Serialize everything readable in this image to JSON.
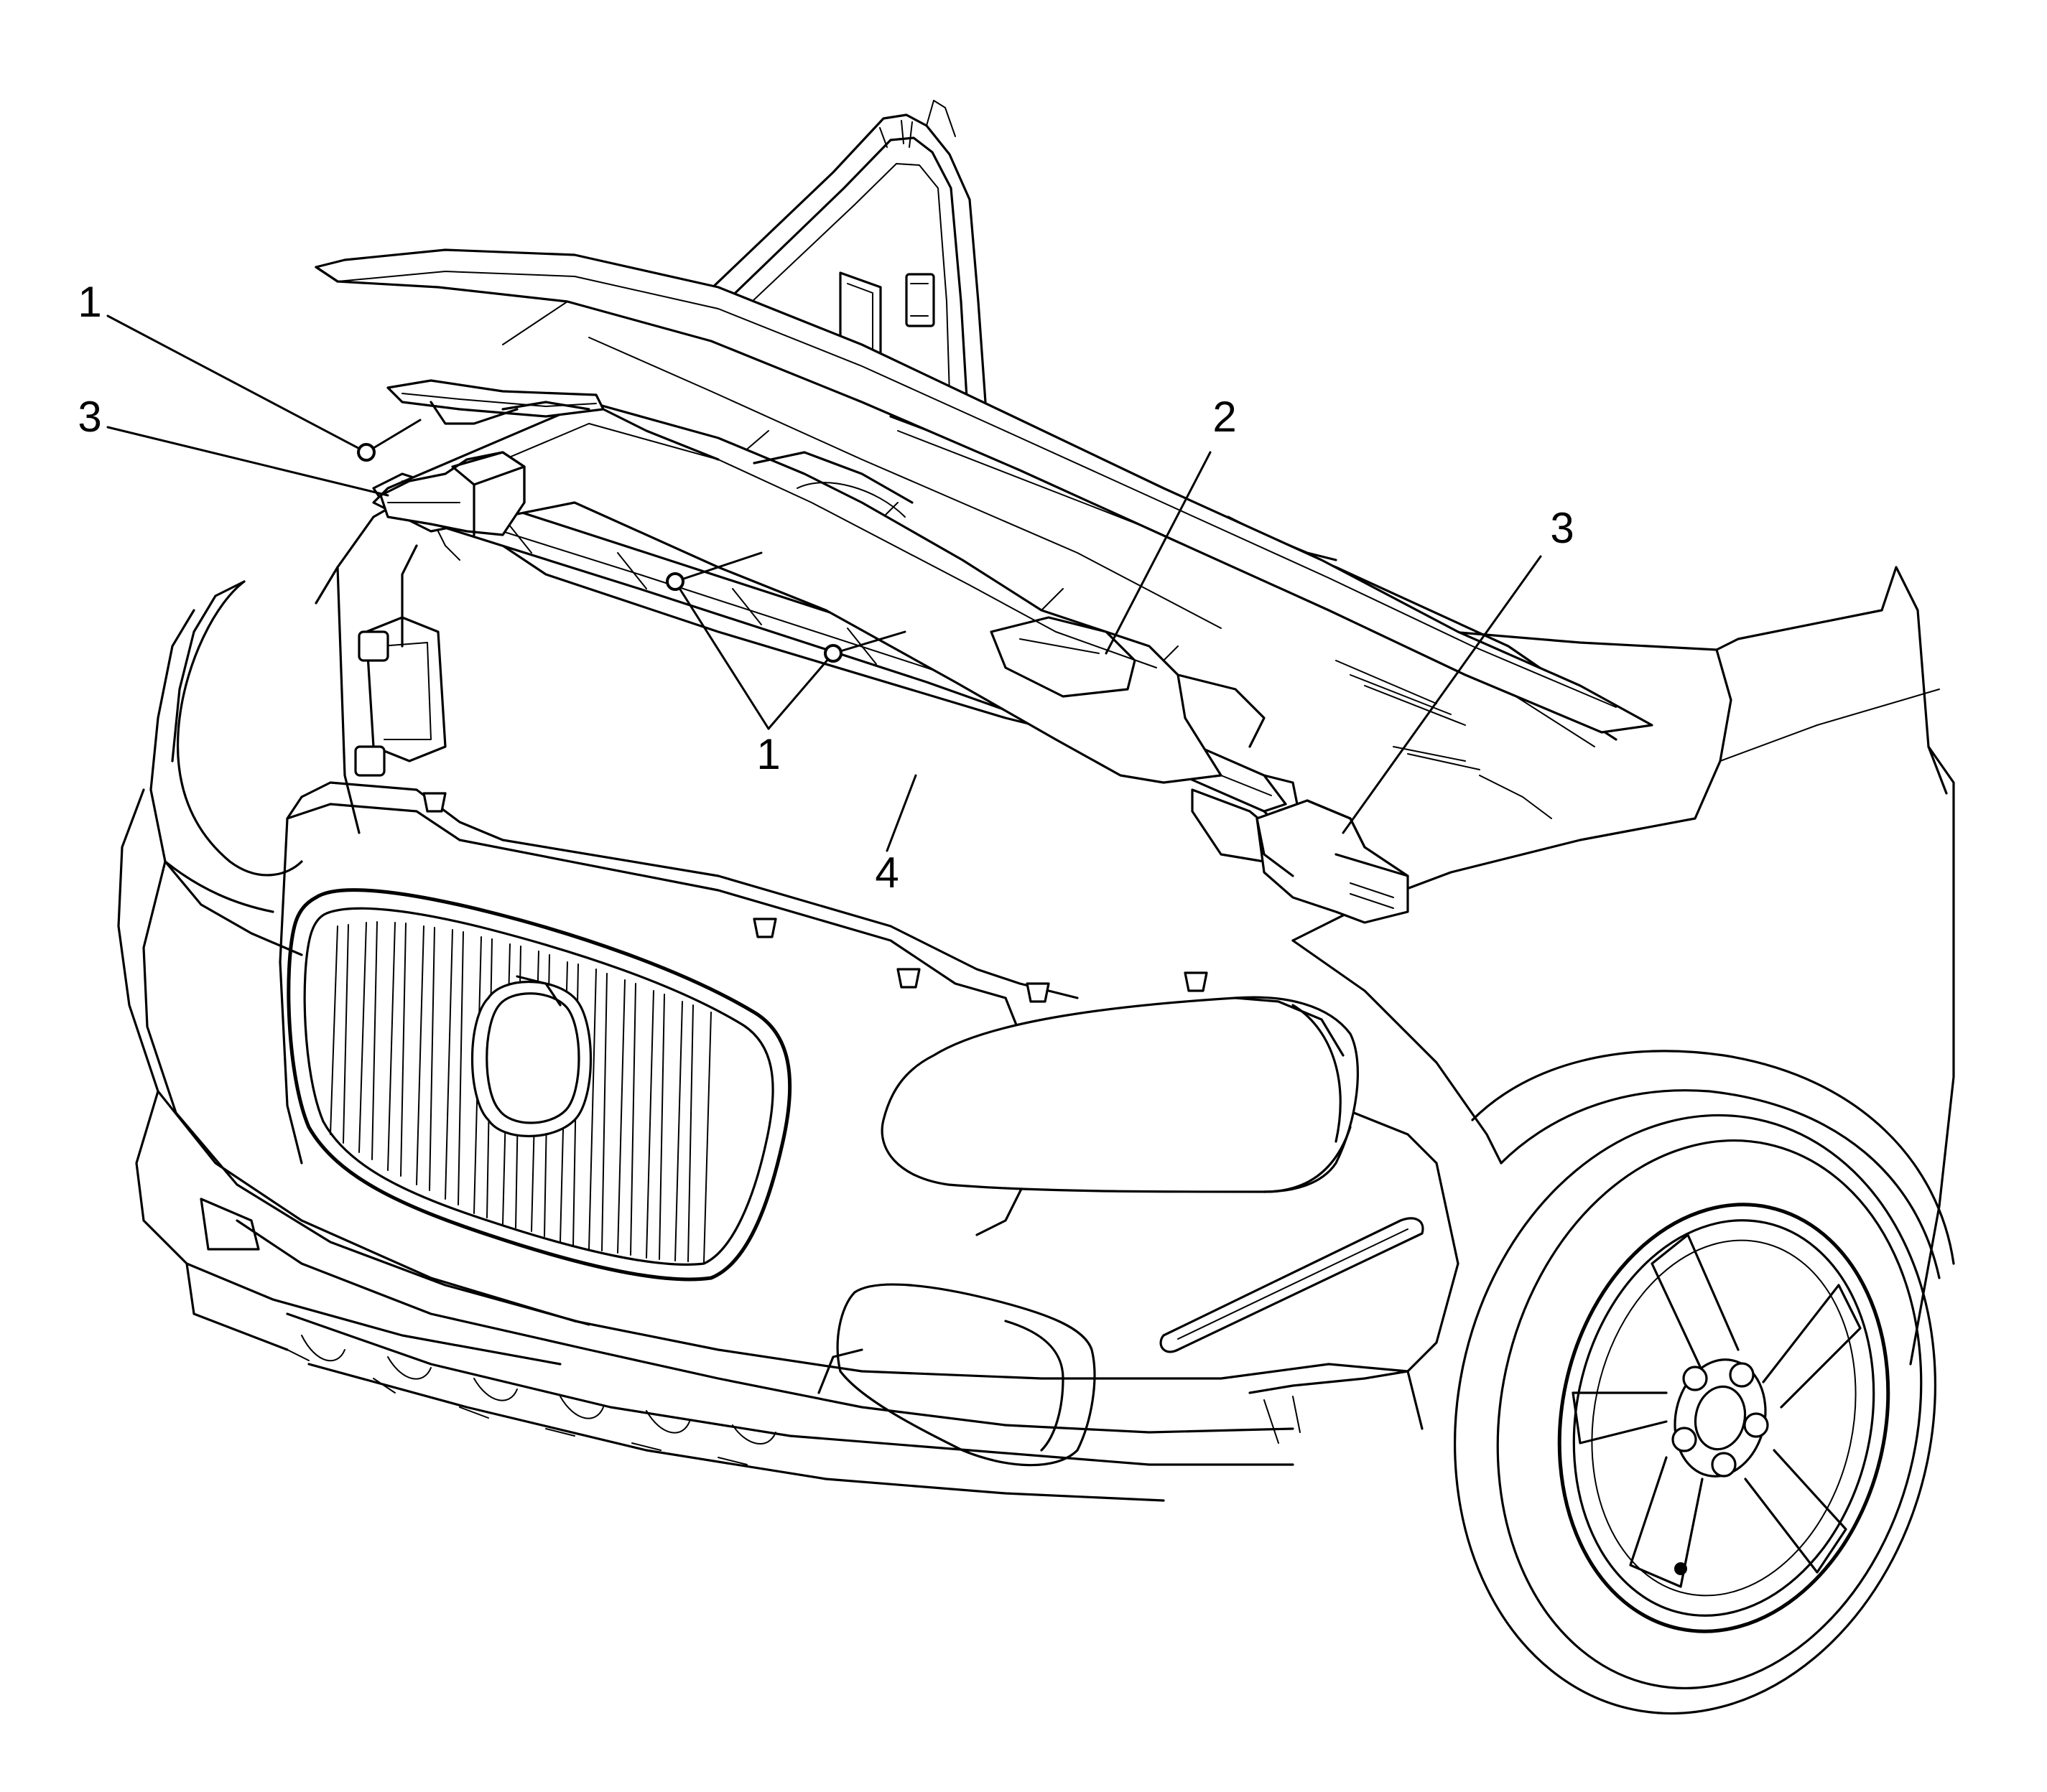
{
  "callouts": [
    {
      "id": "1a",
      "text": "1"
    },
    {
      "id": "3a",
      "text": "3"
    },
    {
      "id": "2",
      "text": "2"
    },
    {
      "id": "3b",
      "text": "3"
    },
    {
      "id": "1b",
      "text": "1"
    },
    {
      "id": "4",
      "text": "4"
    }
  ],
  "colors": {
    "line": "#000000",
    "background": "#ffffff"
  }
}
